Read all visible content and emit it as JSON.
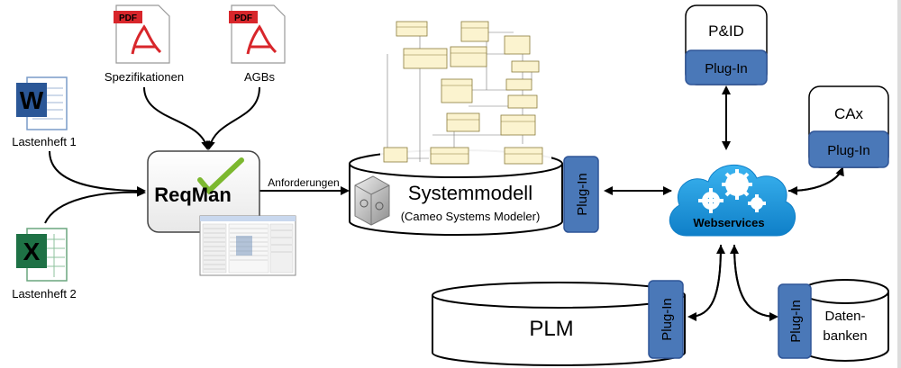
{
  "labels": {
    "lastenheft1": "Lastenheft 1",
    "lastenheft2": "Lastenheft 2",
    "spezifikationen": "Spezifikationen",
    "agbs": "AGBs",
    "reqman": "ReqMan",
    "anforderungen": "Anforderungen",
    "systemmodell": "Systemmodell",
    "cameo": "(Cameo Systems Modeler)",
    "pid": "P&ID",
    "cax": "CAx",
    "webservices": "Webservices",
    "plm": "PLM",
    "datenbanken_line1": "Daten-",
    "datenbanken_line2": "banken",
    "plugin": "Plug-In",
    "pdf": "PDF",
    "word_letter": "W",
    "excel_letter": "X"
  },
  "colors": {
    "plugin_fill": "#4a78b8",
    "plugin_stroke": "#2f5597",
    "cloud": "#1e9de0",
    "word": "#2b5797",
    "excel": "#1e7145",
    "pdf_red": "#d8262b",
    "reqman_green": "#7cb82f"
  }
}
